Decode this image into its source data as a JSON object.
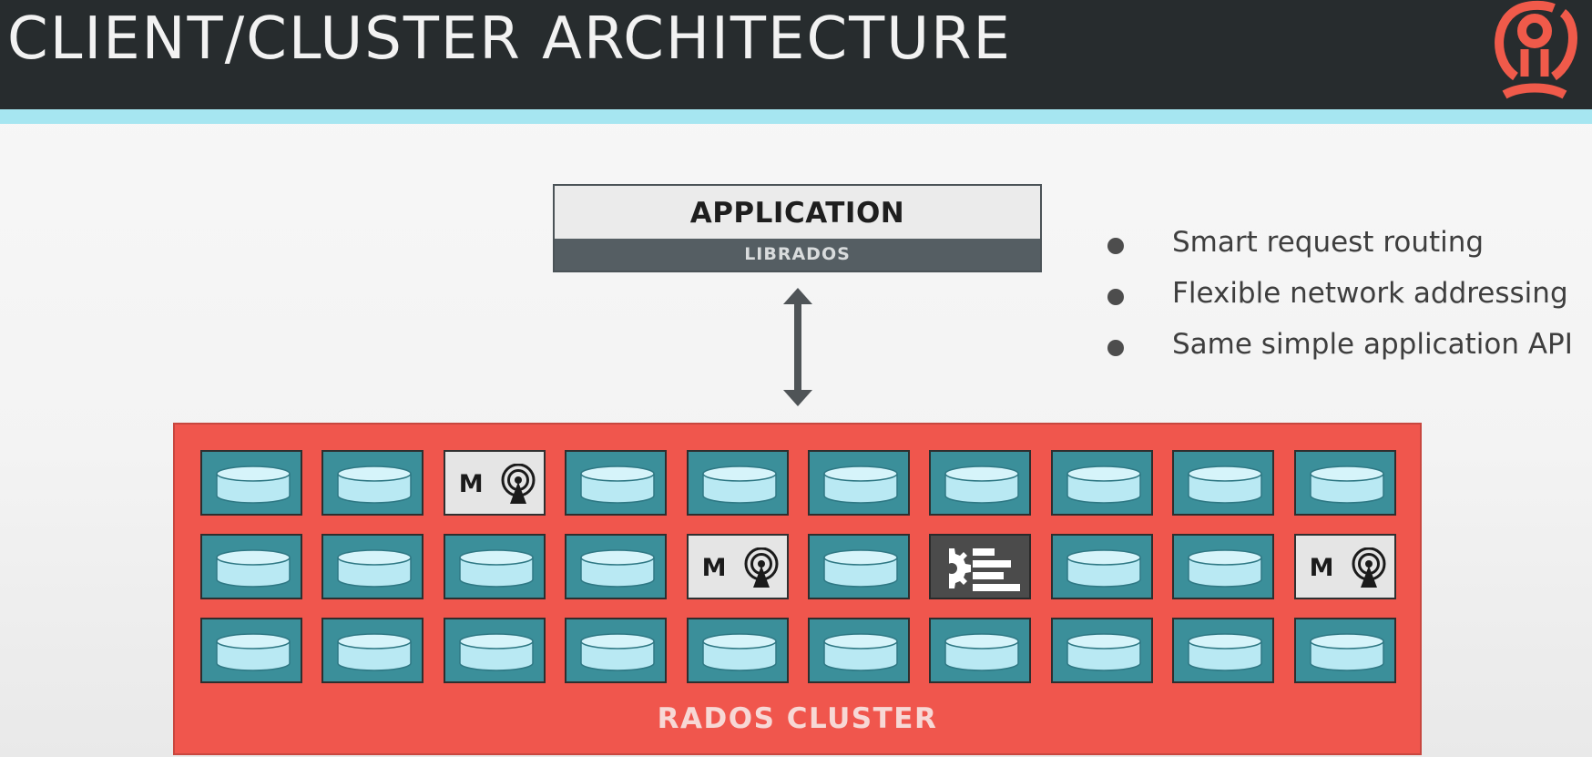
{
  "slide": {
    "title": "CLIENT/CLUSTER ARCHITECTURE",
    "logo_icon": "ceph-logo-icon",
    "accent_stripe_color": "#a6e6f1",
    "header_color": "#272c2e"
  },
  "application": {
    "label": "APPLICATION",
    "library_label": "LIBRADOS"
  },
  "connection": {
    "icon": "double-headed-arrow-icon"
  },
  "bullets": [
    {
      "text": "Smart request routing"
    },
    {
      "text": "Flexible network addressing"
    },
    {
      "text": "Same simple application API"
    }
  ],
  "cluster": {
    "label": "RADOS CLUSTER",
    "color": "#f0564d",
    "grid": [
      [
        "osd",
        "osd",
        "monitor",
        "osd",
        "osd",
        "osd",
        "osd",
        "osd",
        "osd",
        "osd"
      ],
      [
        "osd",
        "osd",
        "osd",
        "osd",
        "monitor",
        "osd",
        "manager",
        "osd",
        "osd",
        "monitor"
      ],
      [
        "osd",
        "osd",
        "osd",
        "osd",
        "osd",
        "osd",
        "osd",
        "osd",
        "osd",
        "osd"
      ]
    ],
    "monitor_letter": "M",
    "osd_icon": "disk-icon",
    "monitor_icon": "radio-tower-icon",
    "manager_icon": "gear-list-icon"
  }
}
